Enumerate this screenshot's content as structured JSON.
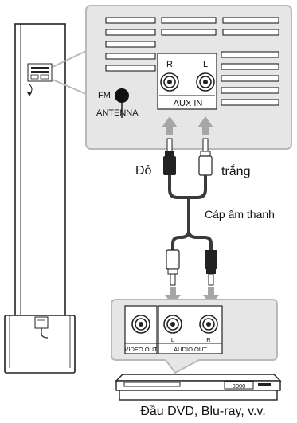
{
  "panel": {
    "fm_label": "FM",
    "antenna_label": "ANTENNA",
    "aux_in_label": "AUX IN",
    "jack_left": "L",
    "jack_right": "R"
  },
  "cable": {
    "red_label": "Đỏ",
    "white_label": "trắng",
    "name": "Cáp âm thanh"
  },
  "player_panel": {
    "video_out_label": "VIDEO OUT",
    "audio_out_label": "AUDIO OUT",
    "jack_left": "L",
    "jack_right": "R"
  },
  "player": {
    "display_text": "0000",
    "caption": "Đầu DVD, Blu-ray, v.v."
  },
  "colors": {
    "panel_bg": "#e6e6e6",
    "panel_border": "#b9b9b9",
    "arrow": "#a6a6a6",
    "cable": "#3a3a3a"
  }
}
